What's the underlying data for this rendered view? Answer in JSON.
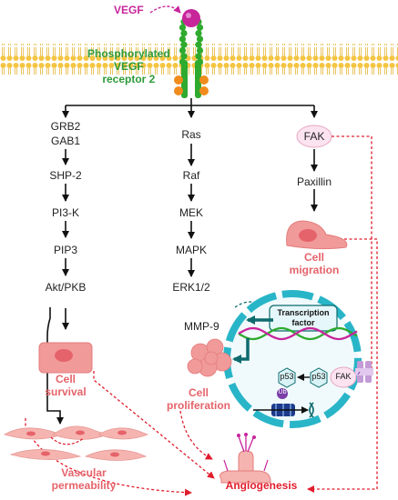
{
  "ligand": "VEGF",
  "receptor_label": [
    "Phosphorylated",
    "VEGF",
    "receptor 2"
  ],
  "left_path": [
    "GRB2",
    "GAB1",
    "SHP-2",
    "PI3-K",
    "PIP3",
    "Akt/PKB"
  ],
  "middle_path": [
    "Ras",
    "Raf",
    "MEK",
    "MAPK",
    "ERK1/2"
  ],
  "right_path": [
    "FAK",
    "Paxillin"
  ],
  "cell_migration": [
    "Cell",
    "migration"
  ],
  "cell_survival": [
    "Cell",
    "survival"
  ],
  "vascular_permeability": [
    "Vascular",
    "permeability"
  ],
  "transcription_factor": [
    "Transcription",
    "factor"
  ],
  "mmp9": "MMP-9",
  "cell_proliferation": [
    "Cell",
    "proliferation"
  ],
  "p53": "p53",
  "p53_fak": "p53",
  "fak_nucleus": "FAK",
  "ub": "Ub",
  "angiogenesis": "Angiogenesis",
  "colors": {
    "vegf": "#c8259b",
    "receptor": "#2eaa2e",
    "phospho": "#f08c1c",
    "membrane": "#f4c542",
    "cell": "#f19a9a",
    "label_pink": "#e5636a",
    "dashed_red": "#e11d2d",
    "nucleus": "#29b5c8",
    "dna_teal": "#0d6b6e"
  }
}
